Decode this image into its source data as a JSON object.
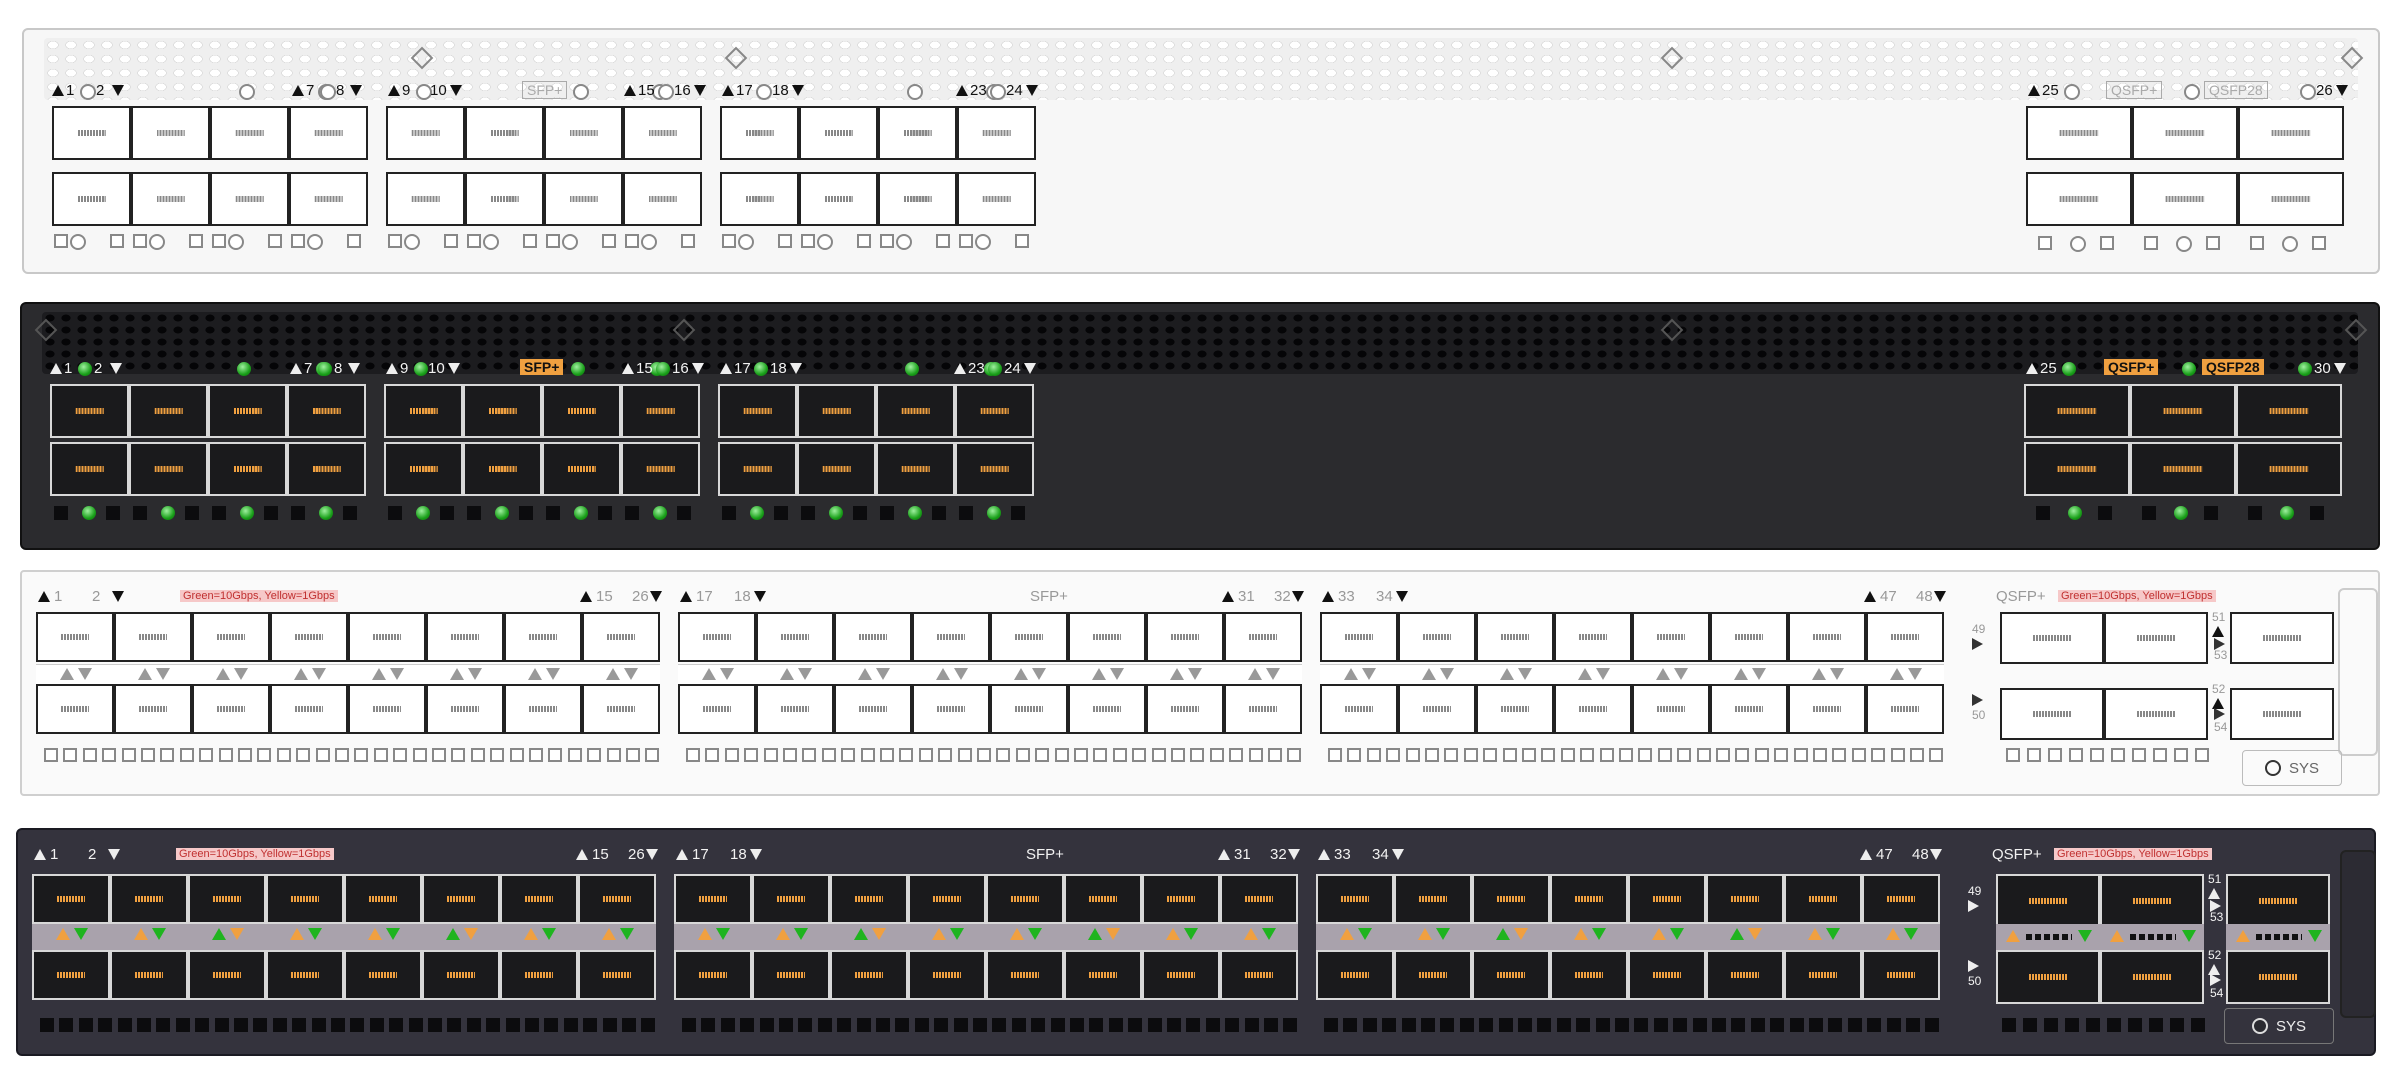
{
  "panels": {
    "p1": {
      "labels": {
        "a1": "1",
        "a2": "2",
        "a7": "7",
        "a8": "8",
        "b9": "9",
        "b10": "10",
        "b15": "15",
        "b16": "16",
        "c17": "17",
        "c18": "18",
        "c23": "23",
        "c24": "24",
        "q25": "25",
        "q26": "26"
      },
      "tags": {
        "sfp": "SFP+",
        "qsfp": "QSFP+",
        "qsfp28": "QSFP28"
      }
    },
    "p2": {
      "labels": {
        "a1": "1",
        "a2": "2",
        "a7": "7",
        "a8": "8",
        "b9": "9",
        "b10": "10",
        "b15": "15",
        "b16": "16",
        "c17": "17",
        "c18": "18",
        "c23": "23",
        "c24": "24",
        "q25": "25",
        "q30": "30"
      },
      "tags": {
        "sfp": "SFP+",
        "qsfp": "QSFP+",
        "qsfp28": "QSFP28"
      }
    },
    "p3": {
      "labels": {
        "g1a": "1",
        "g1b": "2",
        "g1c": "15",
        "g1d": "26",
        "g2a": "17",
        "g2b": "18",
        "g2c": "31",
        "g2d": "32",
        "g3a": "33",
        "g3b": "34",
        "g3c": "47",
        "g3d": "48",
        "sfp": "SFP+",
        "qsfp": "QSFP+",
        "p49": "49",
        "p50": "50",
        "p51": "51",
        "p52": "52",
        "p53": "53",
        "p54": "54",
        "sys": "SYS"
      },
      "notes": {
        "left": "Green=10Gbps, Yellow=1Gbps",
        "right": "Green=10Gbps, Yellow=1Gbps"
      }
    },
    "p4": {
      "labels": {
        "g1a": "1",
        "g1b": "2",
        "g1c": "15",
        "g1d": "26",
        "g2a": "17",
        "g2b": "18",
        "g2c": "31",
        "g2d": "32",
        "g3a": "33",
        "g3b": "34",
        "g3c": "47",
        "g3d": "48",
        "sfp": "SFP+",
        "qsfp": "QSFP+",
        "p49": "49",
        "p50": "50",
        "p51": "51",
        "p52": "52",
        "p53": "53",
        "p54": "54",
        "sys": "SYS"
      },
      "notes": {
        "left": "Green=10Gbps, Yellow=1Gbps",
        "right": "Green=10Gbps, Yellow=1Gbps"
      }
    }
  },
  "colors": {
    "led_green": "#1fb41f",
    "led_amber": "#f0a040",
    "accent_tag": "#f0a040",
    "note_bg": "#f6c8c8",
    "note_text": "#c03030"
  }
}
